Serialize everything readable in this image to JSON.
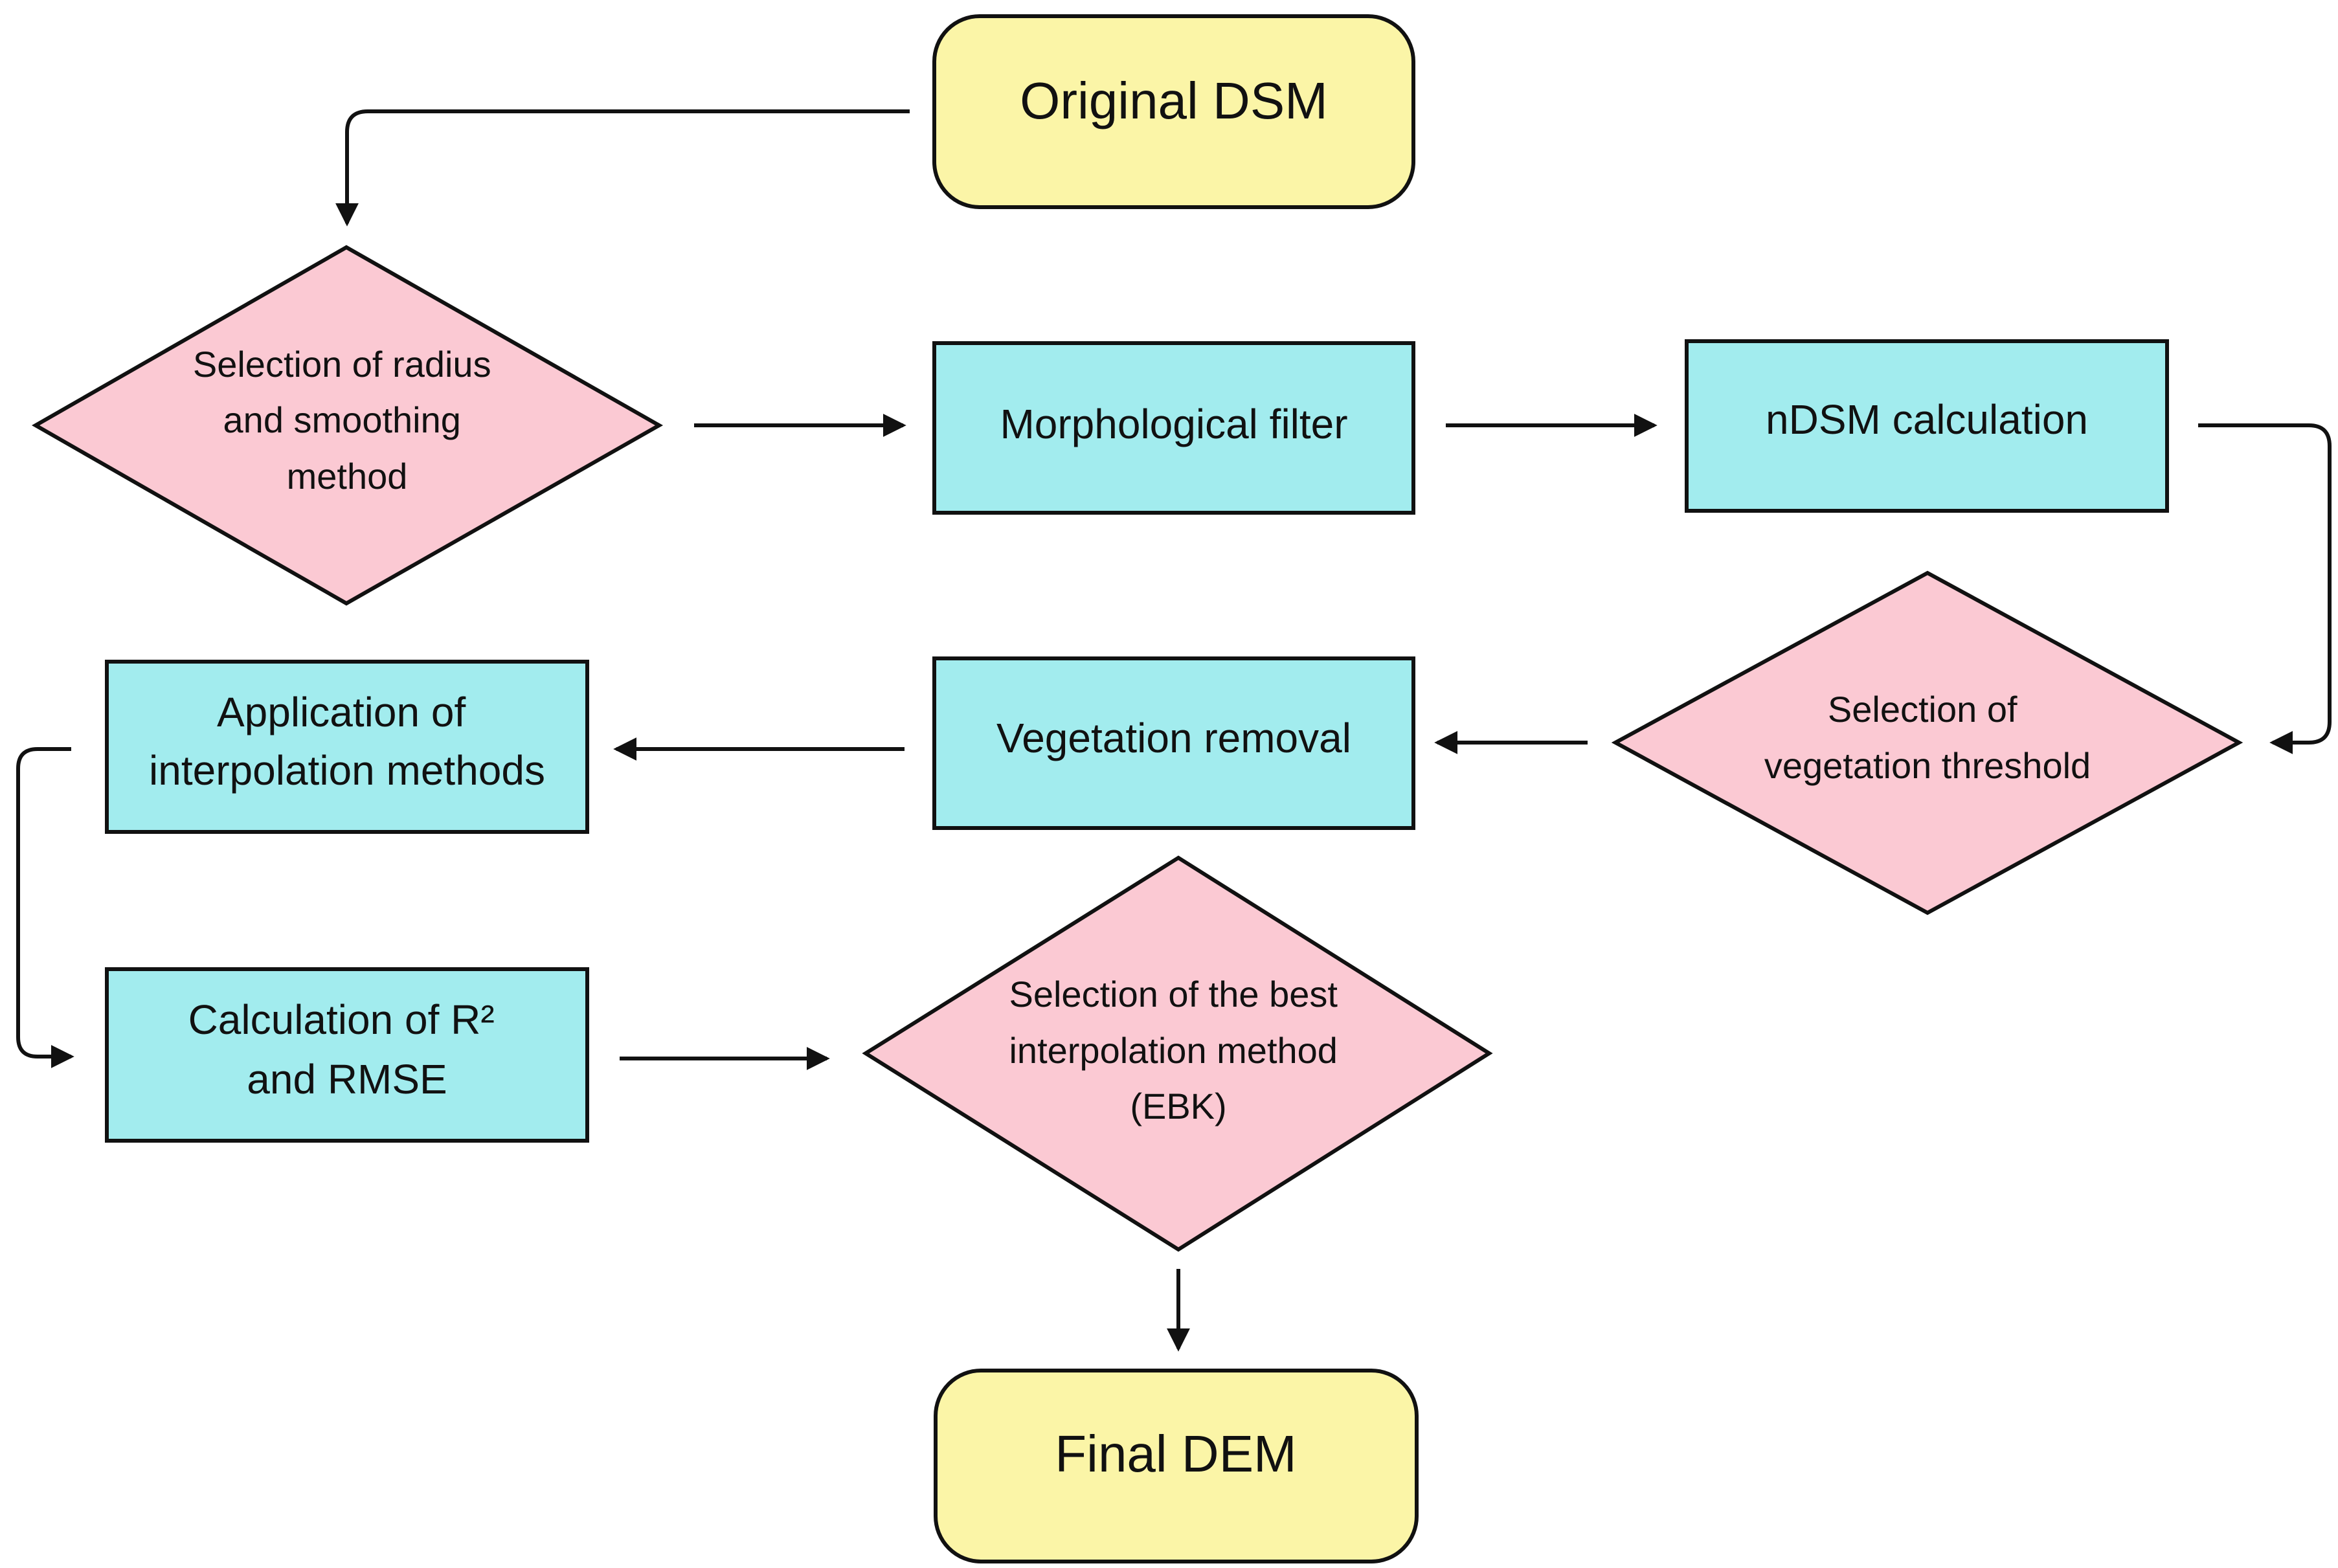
{
  "colors": {
    "terminal": "#fbf5a7",
    "process": "#a2ecee",
    "decision": "#fbc9d3",
    "line": "#111111"
  },
  "nodes": {
    "original_dsm": {
      "lines": [
        "Original DSM"
      ]
    },
    "selection_radius": {
      "lines": [
        "Selection of radius",
        "and smoothing",
        "method"
      ]
    },
    "morphological_filter": {
      "lines": [
        "Morphological filter"
      ]
    },
    "ndsm_calculation": {
      "lines": [
        "nDSM calculation"
      ]
    },
    "selection_vegetation": {
      "lines": [
        "Selection of",
        "vegetation threshold"
      ]
    },
    "vegetation_removal": {
      "lines": [
        "Vegetation removal"
      ]
    },
    "application_interpolation": {
      "lines": [
        "Application of",
        "interpolation methods"
      ]
    },
    "calculation_r2": {
      "lines": [
        "Calculation of R²",
        "and RMSE"
      ]
    },
    "selection_best": {
      "lines": [
        "Selection of the best",
        "interpolation method",
        "(EBK)"
      ]
    },
    "final_dem": {
      "lines": [
        "Final DEM"
      ]
    }
  }
}
